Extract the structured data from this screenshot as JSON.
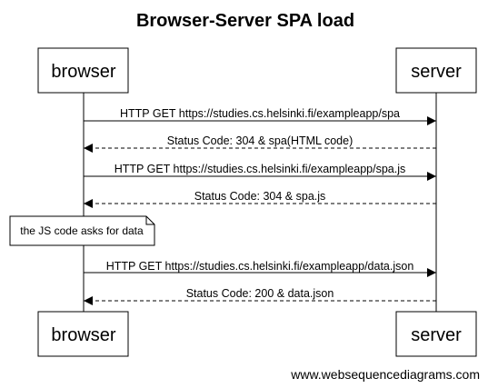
{
  "title": "Browser-Server SPA load",
  "participants": [
    {
      "id": "browser",
      "label": "browser"
    },
    {
      "id": "server",
      "label": "server"
    }
  ],
  "messages": [
    {
      "from": "browser",
      "to": "server",
      "label": "HTTP GET https://studies.cs.helsinki.fi/exampleapp/spa",
      "style": "solid"
    },
    {
      "from": "server",
      "to": "browser",
      "label": "Status Code: 304 & spa(HTML code)",
      "style": "dashed"
    },
    {
      "from": "browser",
      "to": "server",
      "label": "HTTP GET https://studies.cs.helsinki.fi/exampleapp/spa.js",
      "style": "solid"
    },
    {
      "from": "server",
      "to": "browser",
      "label": "Status Code: 304 & spa.js",
      "style": "dashed"
    },
    {
      "from": "browser",
      "to": "server",
      "label": "HTTP GET https://studies.cs.helsinki.fi/exampleapp/data.json",
      "style": "solid"
    },
    {
      "from": "server",
      "to": "browser",
      "label": "Status Code: 200 & data.json",
      "style": "dashed"
    }
  ],
  "note": {
    "over": "browser",
    "text": "the JS code asks for data"
  },
  "watermark": "www.websequencediagrams.com"
}
